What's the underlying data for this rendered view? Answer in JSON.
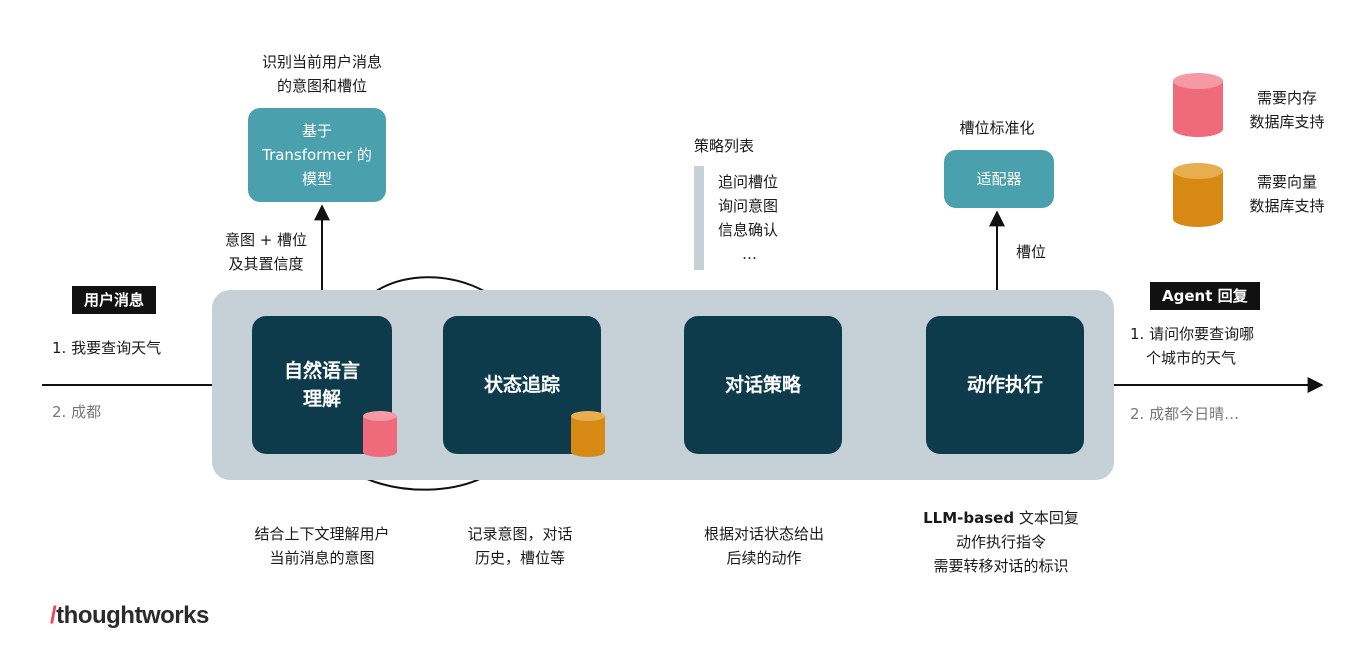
{
  "model": {
    "caption": [
      "识别当前用户消息",
      "的意图和槽位"
    ],
    "box": [
      "基于",
      "Transformer 的",
      "模型"
    ],
    "arrow_label": [
      "意图 + 槽位",
      "及其置信度"
    ]
  },
  "strategy_list": {
    "title": "策略列表",
    "items": [
      "追问槽位",
      "询问意图",
      "信息确认",
      "…"
    ]
  },
  "adapter": {
    "caption": "槽位标准化",
    "box": "适配器",
    "arrow_label": "槽位"
  },
  "legend": {
    "items": [
      {
        "label": [
          "需要内存",
          "数据库支持"
        ],
        "color": "#ef6b7c"
      },
      {
        "label": [
          "需要向量",
          "数据库支持"
        ],
        "color": "#d68a14"
      }
    ]
  },
  "input": {
    "tag": "用户消息",
    "messages": [
      "1. 我要查询天气",
      "2. 成都"
    ]
  },
  "output": {
    "tag": "Agent 回复",
    "messages": [
      "1. 请问你要查询哪",
      "个城市的天气",
      "2. 成都今日晴…"
    ]
  },
  "stages": [
    {
      "name": [
        "自然语言",
        "理解"
      ],
      "db": "memory",
      "desc": [
        "结合上下文理解用户",
        "当前消息的意图"
      ]
    },
    {
      "name": [
        "状态追踪"
      ],
      "db": "vector",
      "desc": [
        "记录意图，对话",
        "历史，槽位等"
      ]
    },
    {
      "name": [
        "对话策略"
      ],
      "db": "",
      "desc": [
        "根据对话状态给出",
        "后续的动作"
      ]
    },
    {
      "name": [
        "动作执行"
      ],
      "db": "",
      "desc_bold": "LLM-based",
      "desc_first_rest": " 文本回复",
      "desc": [
        "动作执行指令",
        "需要转移对话的标识"
      ]
    }
  ],
  "logo": {
    "slash": "/",
    "text": "thoughtworks"
  },
  "colors": {
    "node": "#0d3b4c",
    "model": "#4aa0ad",
    "panel": "#c5d1d6",
    "memory_db": "#ef6b7c",
    "vector_db": "#d68a14"
  }
}
